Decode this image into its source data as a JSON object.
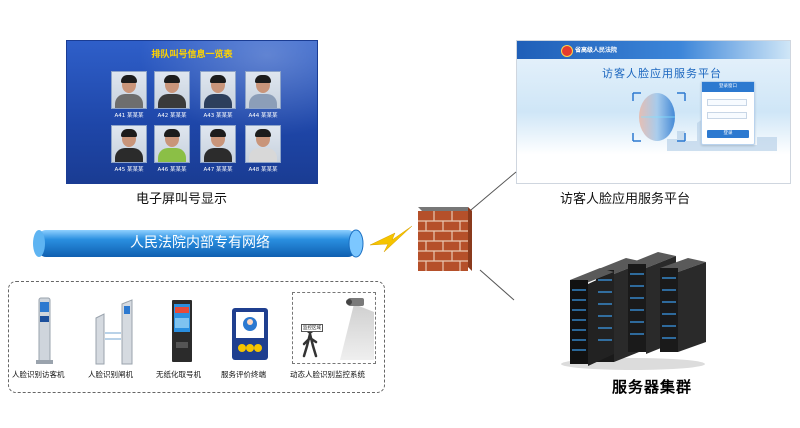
{
  "queue_screen": {
    "title": "排队叫号信息一览表",
    "caption": "电子屏叫号显示",
    "entries": [
      {
        "label": "A41 某某某",
        "shirt": "#6e6e6e"
      },
      {
        "label": "A42 某某某",
        "shirt": "#3a3a3a"
      },
      {
        "label": "A43 某某某",
        "shirt": "#2d3f5c"
      },
      {
        "label": "A44 某某某",
        "shirt": "#8c9eb8"
      },
      {
        "label": "A45 某某某",
        "shirt": "#2b2b2b"
      },
      {
        "label": "A46 某某某",
        "shirt": "#8bbf46"
      },
      {
        "label": "A47 某某某",
        "shirt": "#2c2c2c"
      },
      {
        "label": "A48 某某某",
        "shirt": "#d8d8d8"
      }
    ]
  },
  "platform": {
    "court_name": "省高级人民法院",
    "title": "访客人脸应用服务平台",
    "login_title": "登录窗口",
    "login_button": "登录",
    "caption": "访客人脸应用服务平台"
  },
  "network": {
    "label": "人民法院内部专有网络"
  },
  "devices": {
    "items": [
      {
        "label": "人脸识别访客机"
      },
      {
        "label": "人脸识别闸机"
      },
      {
        "label": "无纸化取号机"
      },
      {
        "label": "服务评价终端"
      },
      {
        "label": "动态人脸识别监控系统"
      }
    ],
    "monitor_sign": "监控区域"
  },
  "servers": {
    "caption": "服务器集群"
  },
  "colors": {
    "tube_blue": "#2a8fe0",
    "firewall_brick": "#b5502a",
    "lightning": "#f5c400",
    "screen_blue": "#1e46a8"
  }
}
